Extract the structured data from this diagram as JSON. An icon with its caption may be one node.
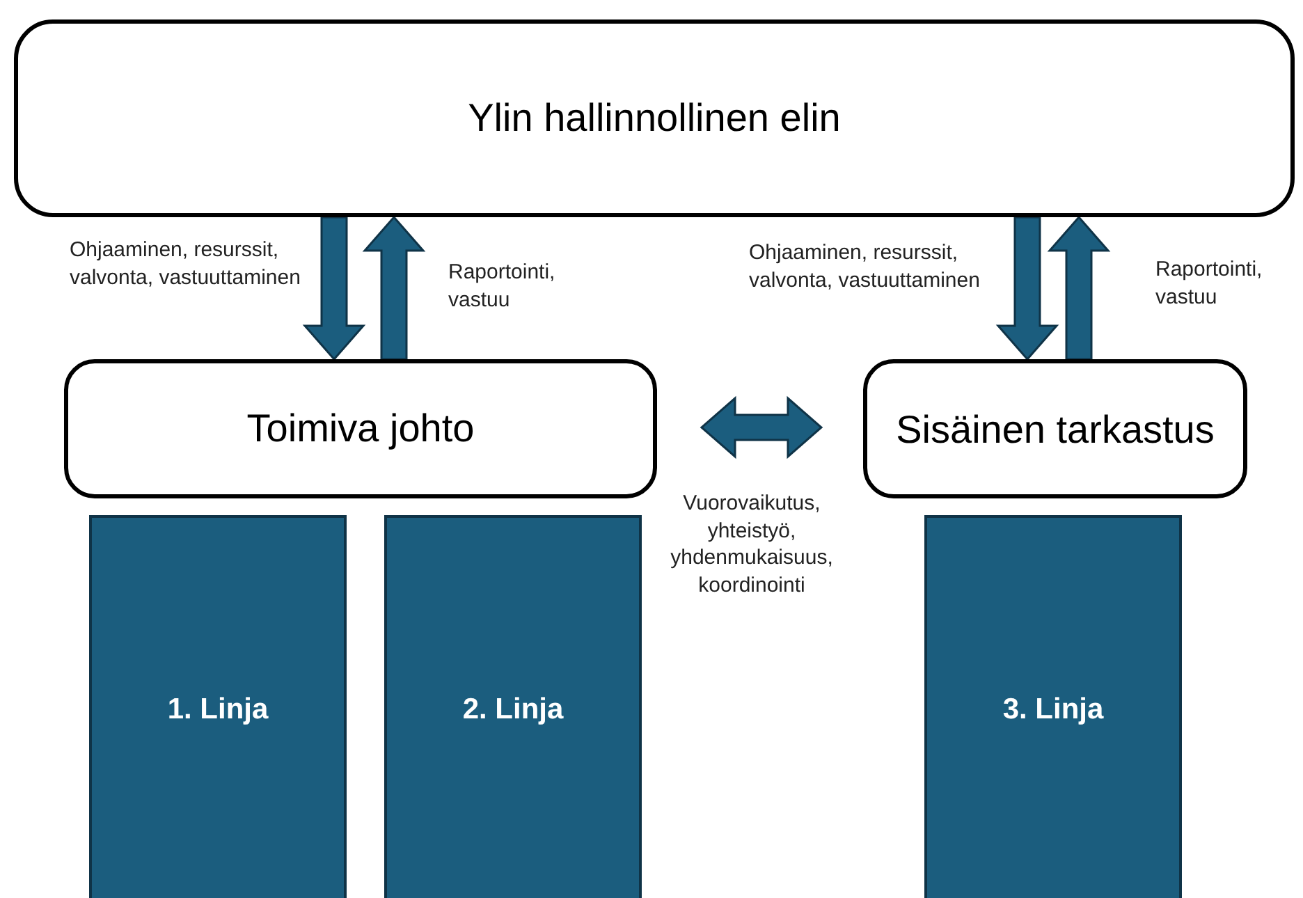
{
  "diagram": {
    "nodes": [
      {
        "text": [
          "Ylin hallinnollinen elin"
        ]
      },
      {
        "text": [
          "Toimiva johto"
        ]
      },
      {
        "text": [
          "Sisäinen tarkastus"
        ]
      },
      {
        "text": [
          "1. Linja"
        ]
      },
      {
        "text": [
          "2. Linja"
        ]
      },
      {
        "text": [
          "3. Linja"
        ]
      }
    ],
    "edges": [
      {
        "from": 0,
        "to": 1,
        "arrow": "to",
        "label": "Ohjaaminen, resurssit, valvonta, vastuuttaminen"
      },
      {
        "from": 1,
        "to": 0,
        "arrow": "to",
        "label": "Raportointi, vastuu"
      },
      {
        "from": 0,
        "to": 2,
        "arrow": "to",
        "label": "Ohjaaminen, resurssit, valvonta, vastuuttaminen"
      },
      {
        "from": 2,
        "to": 0,
        "arrow": "to",
        "label": "Raportointi, vastuu"
      },
      {
        "from": 1,
        "to": 2,
        "arrow": "both",
        "label": "Vuorovaikutus, yhteistyö, yhdenmukaisuus, koordinointi"
      }
    ]
  }
}
